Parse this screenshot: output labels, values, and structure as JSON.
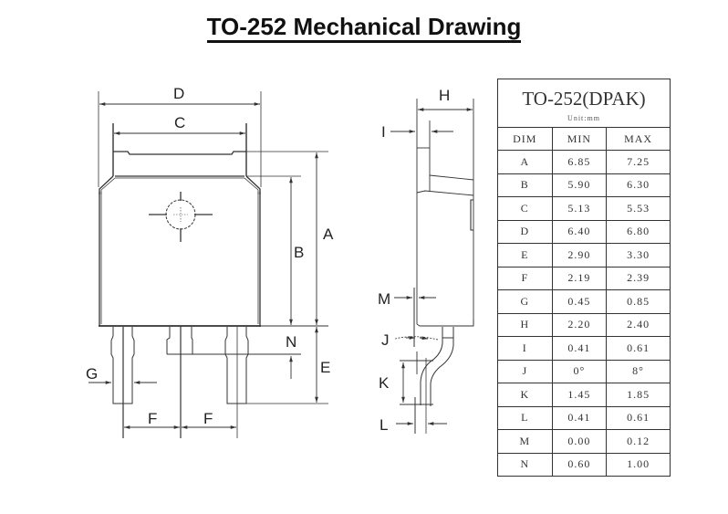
{
  "title": "TO-252 Mechanical Drawing",
  "front_view_labels": {
    "D": "D",
    "C": "C",
    "A": "A",
    "B": "B",
    "N": "N",
    "E": "E",
    "G": "G",
    "F1": "F",
    "F2": "F"
  },
  "side_view_labels": {
    "H": "H",
    "I": "I",
    "M": "M",
    "J": "J",
    "K": "K",
    "L": "L"
  },
  "table": {
    "title": "TO-252(DPAK)",
    "unit": "Unit:mm",
    "columns": [
      "DIM",
      "MIN",
      "MAX"
    ],
    "rows": [
      {
        "dim": "A",
        "min": "6.85",
        "max": "7.25"
      },
      {
        "dim": "B",
        "min": "5.90",
        "max": "6.30"
      },
      {
        "dim": "C",
        "min": "5.13",
        "max": "5.53"
      },
      {
        "dim": "D",
        "min": "6.40",
        "max": "6.80"
      },
      {
        "dim": "E",
        "min": "2.90",
        "max": "3.30"
      },
      {
        "dim": "F",
        "min": "2.19",
        "max": "2.39"
      },
      {
        "dim": "G",
        "min": "0.45",
        "max": "0.85"
      },
      {
        "dim": "H",
        "min": "2.20",
        "max": "2.40"
      },
      {
        "dim": "I",
        "min": "0.41",
        "max": "0.61"
      },
      {
        "dim": "J",
        "min": "0°",
        "max": "8°"
      },
      {
        "dim": "K",
        "min": "1.45",
        "max": "1.85"
      },
      {
        "dim": "L",
        "min": "0.41",
        "max": "0.61"
      },
      {
        "dim": "M",
        "min": "0.00",
        "max": "0.12"
      },
      {
        "dim": "N",
        "min": "0.60",
        "max": "1.00"
      }
    ]
  },
  "colors": {
    "line": "#333333",
    "text": "#222222",
    "background": "#ffffff"
  }
}
